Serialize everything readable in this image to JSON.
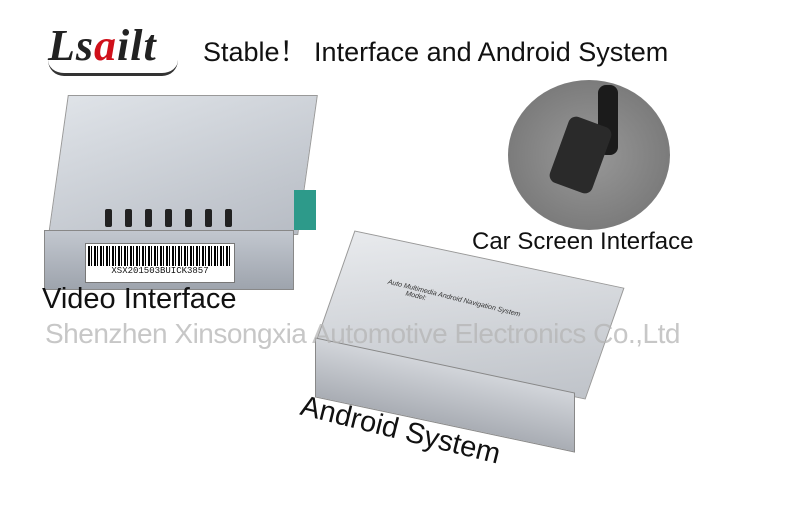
{
  "logo": {
    "text": "Lsailt"
  },
  "headline": "Stable！ Interface and Android System",
  "video_interface": {
    "label": "Video Interface",
    "barcode": "XSX201503BUICK3857"
  },
  "car_screen": {
    "label": "Car Screen Interface"
  },
  "android_system": {
    "label": "Android System",
    "device_text": "Auto Multimedia Android Navigation System",
    "model": "Model:"
  },
  "watermark": "Shenzhen Xinsongxia Automotive Electronics Co.,Ltd",
  "colors": {
    "logo_accent": "#d0101a",
    "text": "#111111",
    "watermark": "#b4b4b4"
  }
}
